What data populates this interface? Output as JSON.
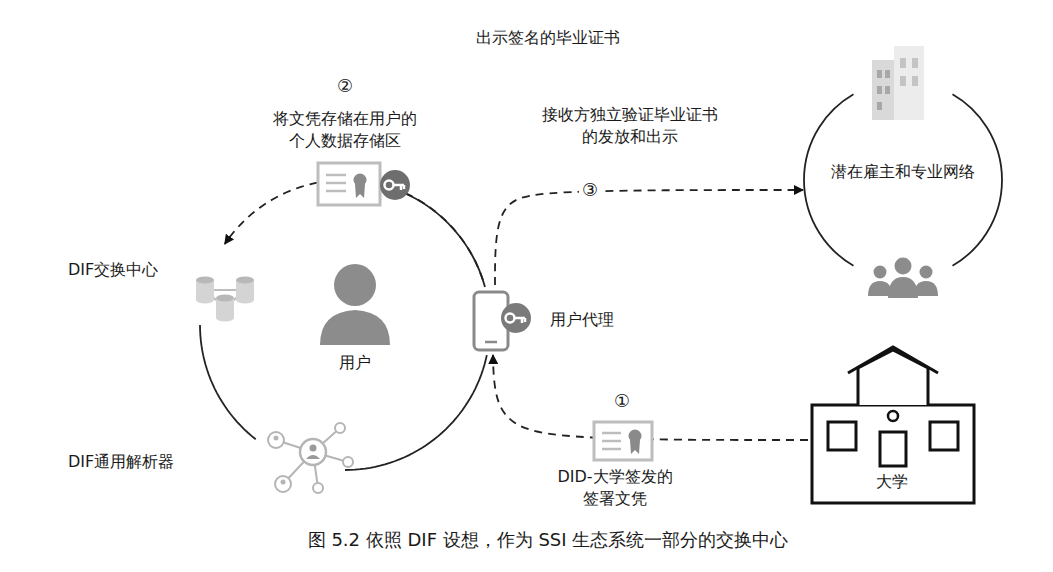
{
  "diagram": {
    "caption": "图 5.2 依照 DIF 设想，作为 SSI 生态系统一部分的交换中心",
    "nodes": [
      {
        "text": [
          "潜在雇主和专业网络"
        ]
      },
      {
        "text": [
          "DIF交换中心"
        ]
      },
      {
        "text": [
          "用户"
        ]
      },
      {
        "text": [
          "用户代理"
        ]
      },
      {
        "text": [
          "DIF通用解析器"
        ]
      },
      {
        "text": [
          "大学"
        ]
      }
    ],
    "edges": [
      {
        "from": 5,
        "to": 3,
        "arrow": "to",
        "label": "DID-大学签发的 签署文凭"
      },
      {
        "from": 3,
        "to": 1,
        "arrow": "to",
        "label": "将文凭存储在用户的 个人数据存储区"
      },
      {
        "from": 3,
        "to": 0,
        "arrow": "to",
        "label": "接收方独立验证毕业证书 的发放和出示"
      },
      {
        "from": 1,
        "to": 4,
        "arrow": "none"
      },
      {
        "from": 4,
        "to": 3,
        "arrow": "none"
      }
    ],
    "labels": [
      "出示签名的毕业证书",
      "②",
      "③",
      "①"
    ]
  }
}
